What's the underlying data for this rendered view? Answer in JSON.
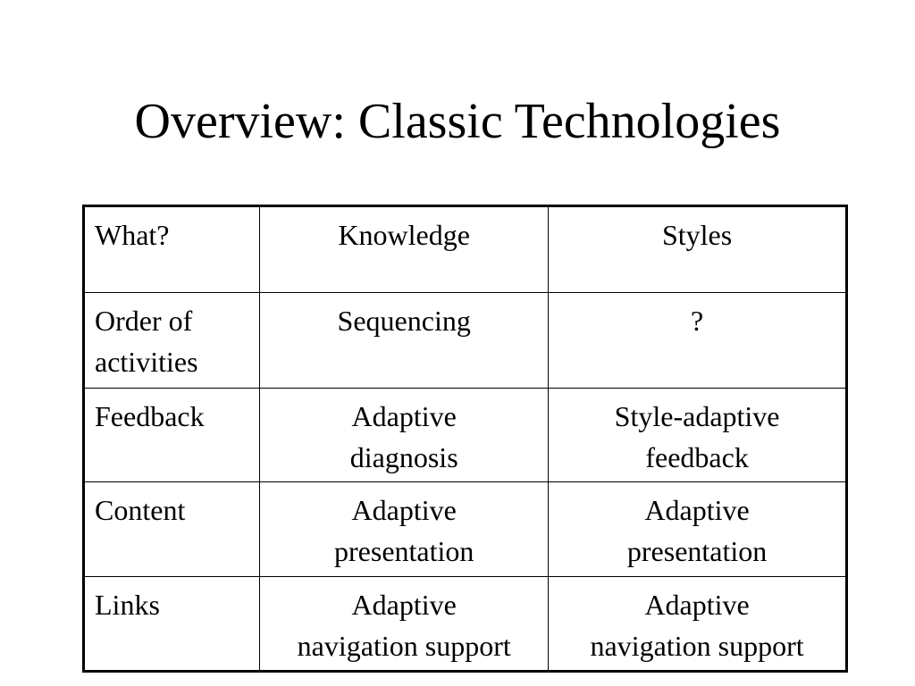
{
  "slide": {
    "title": "Overview: Classic Technologies"
  },
  "table": {
    "rows": [
      {
        "c0": [
          "What?"
        ],
        "c1": [
          "Knowledge"
        ],
        "c2": [
          "Styles"
        ]
      },
      {
        "c0": [
          "Order of",
          "activities"
        ],
        "c1": [
          "Sequencing"
        ],
        "c2": [
          "?"
        ]
      },
      {
        "c0": [
          "Feedback"
        ],
        "c1": [
          "Adaptive",
          "diagnosis"
        ],
        "c2": [
          "Style-adaptive",
          "feedback"
        ]
      },
      {
        "c0": [
          "Content"
        ],
        "c1": [
          "Adaptive",
          "presentation"
        ],
        "c2": [
          "Adaptive",
          "presentation"
        ]
      },
      {
        "c0": [
          "Links"
        ],
        "c1": [
          "Adaptive",
          "navigation support"
        ],
        "c2": [
          "Adaptive",
          "navigation support"
        ]
      }
    ]
  }
}
